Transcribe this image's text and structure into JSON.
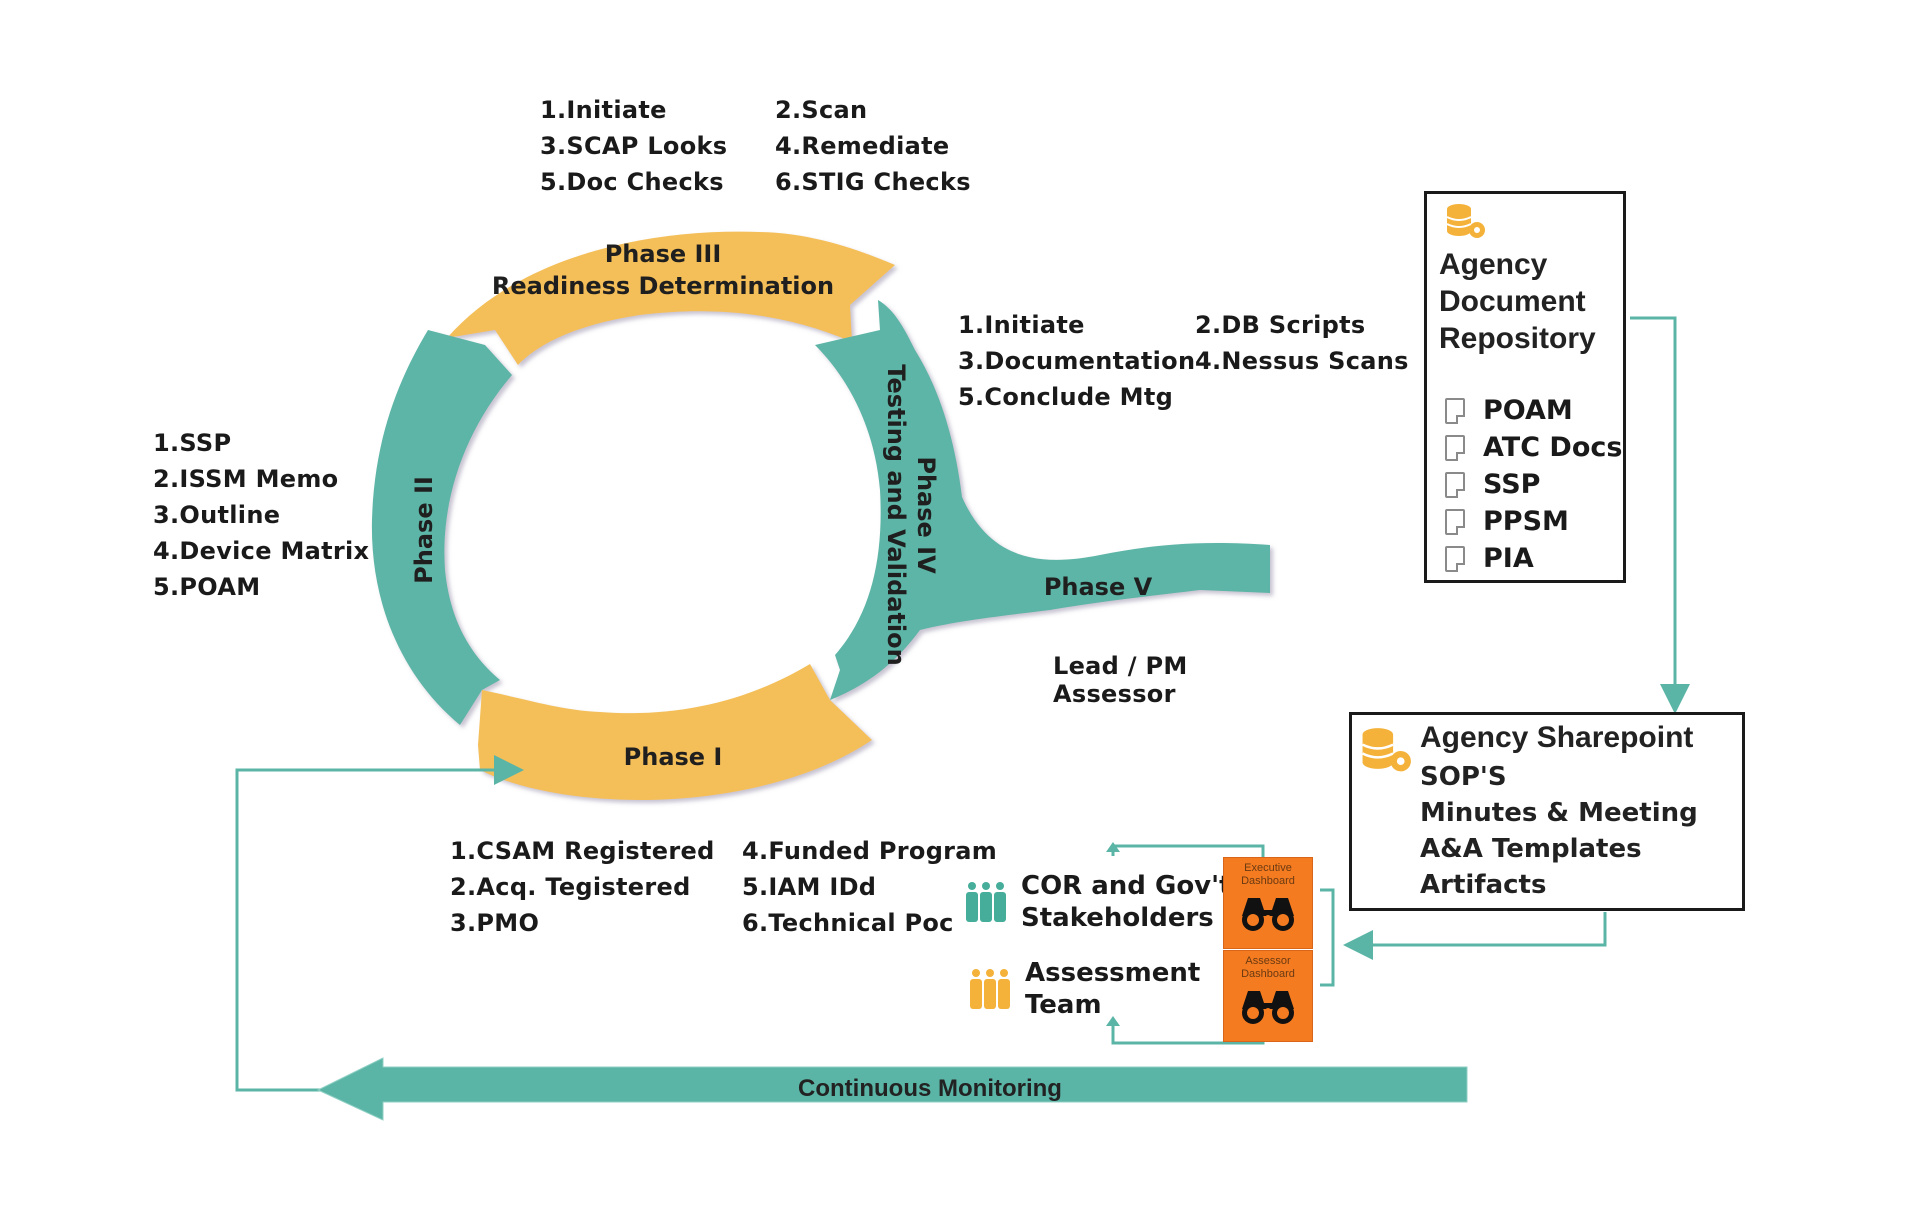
{
  "colors": {
    "teal": "#5bb5a6",
    "gold": "#f4bf58",
    "orange": "#f47b20",
    "connector": "#5bb5a6"
  },
  "phases": {
    "phase1": {
      "label": "Phase I"
    },
    "phase2": {
      "label": "Phase II"
    },
    "phase3": {
      "label_line1": "Phase III",
      "label_line2": "Readiness Determination"
    },
    "phase4": {
      "label_line1": "Phase IV",
      "label_line2": "Testing and Validation"
    },
    "phase5": {
      "label": "Phase V"
    }
  },
  "phase3_tasks": {
    "col1": [
      "1.Initiate",
      "3.SCAP Looks",
      "5.Doc Checks"
    ],
    "col2": [
      "2.Scan",
      "4.Remediate",
      "6.STIG Checks"
    ]
  },
  "phase4_tasks": {
    "col1": [
      "1.Initiate",
      "3.Documentation",
      "5.Conclude Mtg"
    ],
    "col2": [
      "2.DB Scripts",
      "4.Nessus Scans"
    ]
  },
  "phase2_tasks": [
    "1.SSP",
    "2.ISSM Memo",
    "3.Outline",
    "4.Device Matrix",
    "5.POAM"
  ],
  "phase1_tasks": {
    "col1": [
      "1.CSAM Registered",
      "2.Acq. Tegistered",
      "3.PMO"
    ],
    "col2": [
      "4.Funded Program",
      "5.IAM IDd",
      "6.Technical Poc"
    ]
  },
  "phase5_roles": [
    "Lead / PM",
    "Assessor"
  ],
  "repository": {
    "title_lines": [
      "Agency",
      "Document",
      "Repository"
    ],
    "icon": "database-gear-icon",
    "items": [
      "POAM",
      "ATC Docs",
      "SSP",
      "PPSM",
      "PIA"
    ]
  },
  "sharepoint": {
    "title": "Agency Sharepoint",
    "icon": "database-gear-icon",
    "items": [
      "SOP'S",
      "Minutes & Meeting",
      "A&A Templates",
      "Artifacts"
    ]
  },
  "stakeholders": {
    "cor": {
      "line1": "COR and Gov't",
      "line2": "Stakeholders",
      "icon": "people-group-icon"
    },
    "assessment": {
      "line1": "Assessment",
      "line2": "Team",
      "icon": "people-group-icon"
    }
  },
  "dashboards": {
    "executive": {
      "line1": "Executive",
      "line2": "Dashboard",
      "icon": "binoculars-icon"
    },
    "assessor": {
      "line1": "Assessor",
      "line2": "Dashboard",
      "icon": "binoculars-icon"
    }
  },
  "continuous_monitoring": {
    "label": "Continuous Monitoring"
  }
}
